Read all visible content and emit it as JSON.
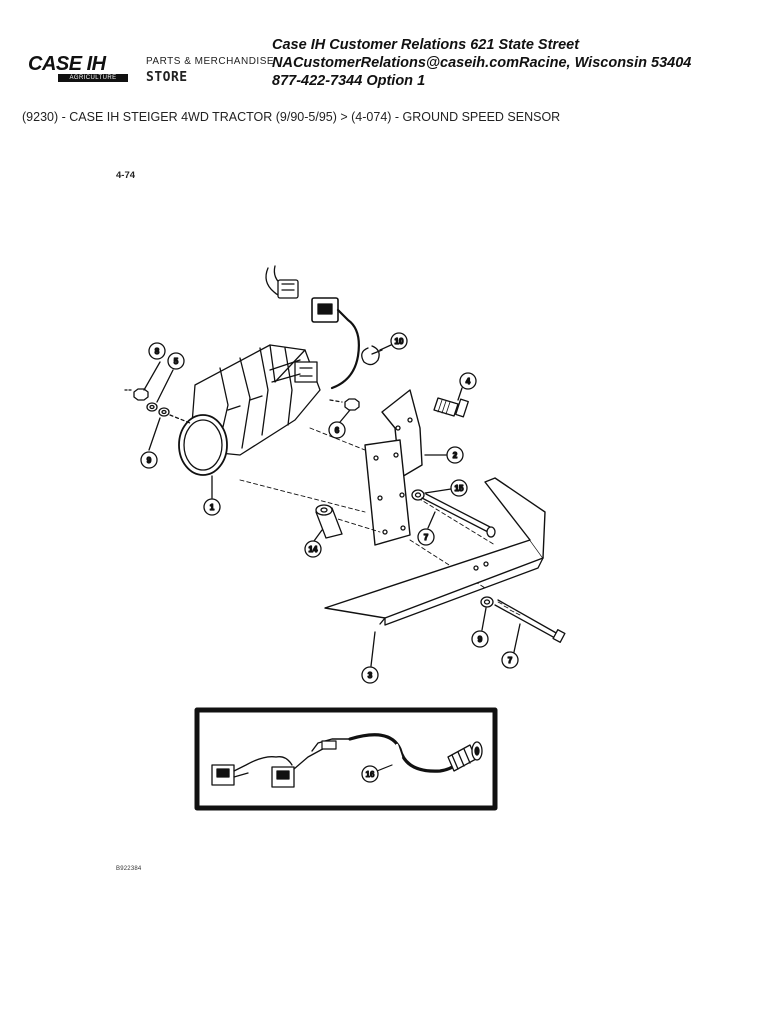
{
  "header": {
    "logo_text": "CASE IH",
    "logo_subtext": "AGRICULTURE",
    "store_line1": "PARTS & MERCHANDISE",
    "store_line2": "STORE",
    "contact_line1": "Case IH Customer Relations 621 State Street",
    "contact_line2": "NACustomerRelations@caseih.comRacine, Wisconsin 53404",
    "contact_line3": "877-422-7344 Option 1"
  },
  "breadcrumb": "(9230) - CASE IH STEIGER 4WD TRACTOR (9/90-5/95) > (4-074) - GROUND SPEED SENSOR",
  "page_number": "4-74",
  "figure_code": "B922384",
  "callouts": {
    "c1": "1",
    "c2": "2",
    "c3": "3",
    "c4": "4",
    "c5": "5",
    "c6": "6",
    "c7a": "7",
    "c7b": "7",
    "c8": "8",
    "c9a": "9",
    "c9b": "9",
    "c10": "10",
    "c14": "14",
    "c15": "15",
    "c16": "16"
  }
}
